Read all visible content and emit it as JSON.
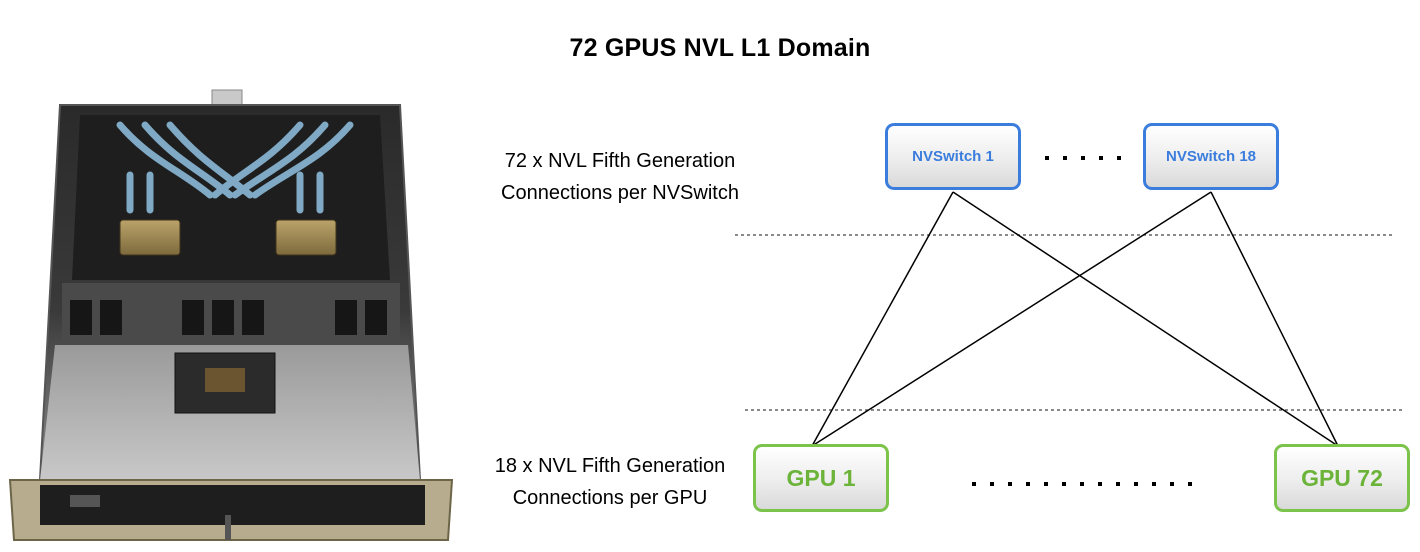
{
  "title": "72 GPUS NVL L1 Domain",
  "labels": {
    "top": "72 x NVL Fifth Generation Connections per NVSwitch",
    "bottom": "18 x NVL Fifth Generation Connections per GPU"
  },
  "switches": {
    "first": "NVSwitch 1",
    "last": "NVSwitch 18"
  },
  "gpus": {
    "first": "GPU 1",
    "last": "GPU 72"
  },
  "colors": {
    "switch": "#3b7ddd",
    "gpu": "#7cc34b",
    "gpu_text": "#6cb33a",
    "link": "#000000",
    "divider": "#444444"
  },
  "image": {
    "subject": "nvswitch-tray-photo"
  }
}
